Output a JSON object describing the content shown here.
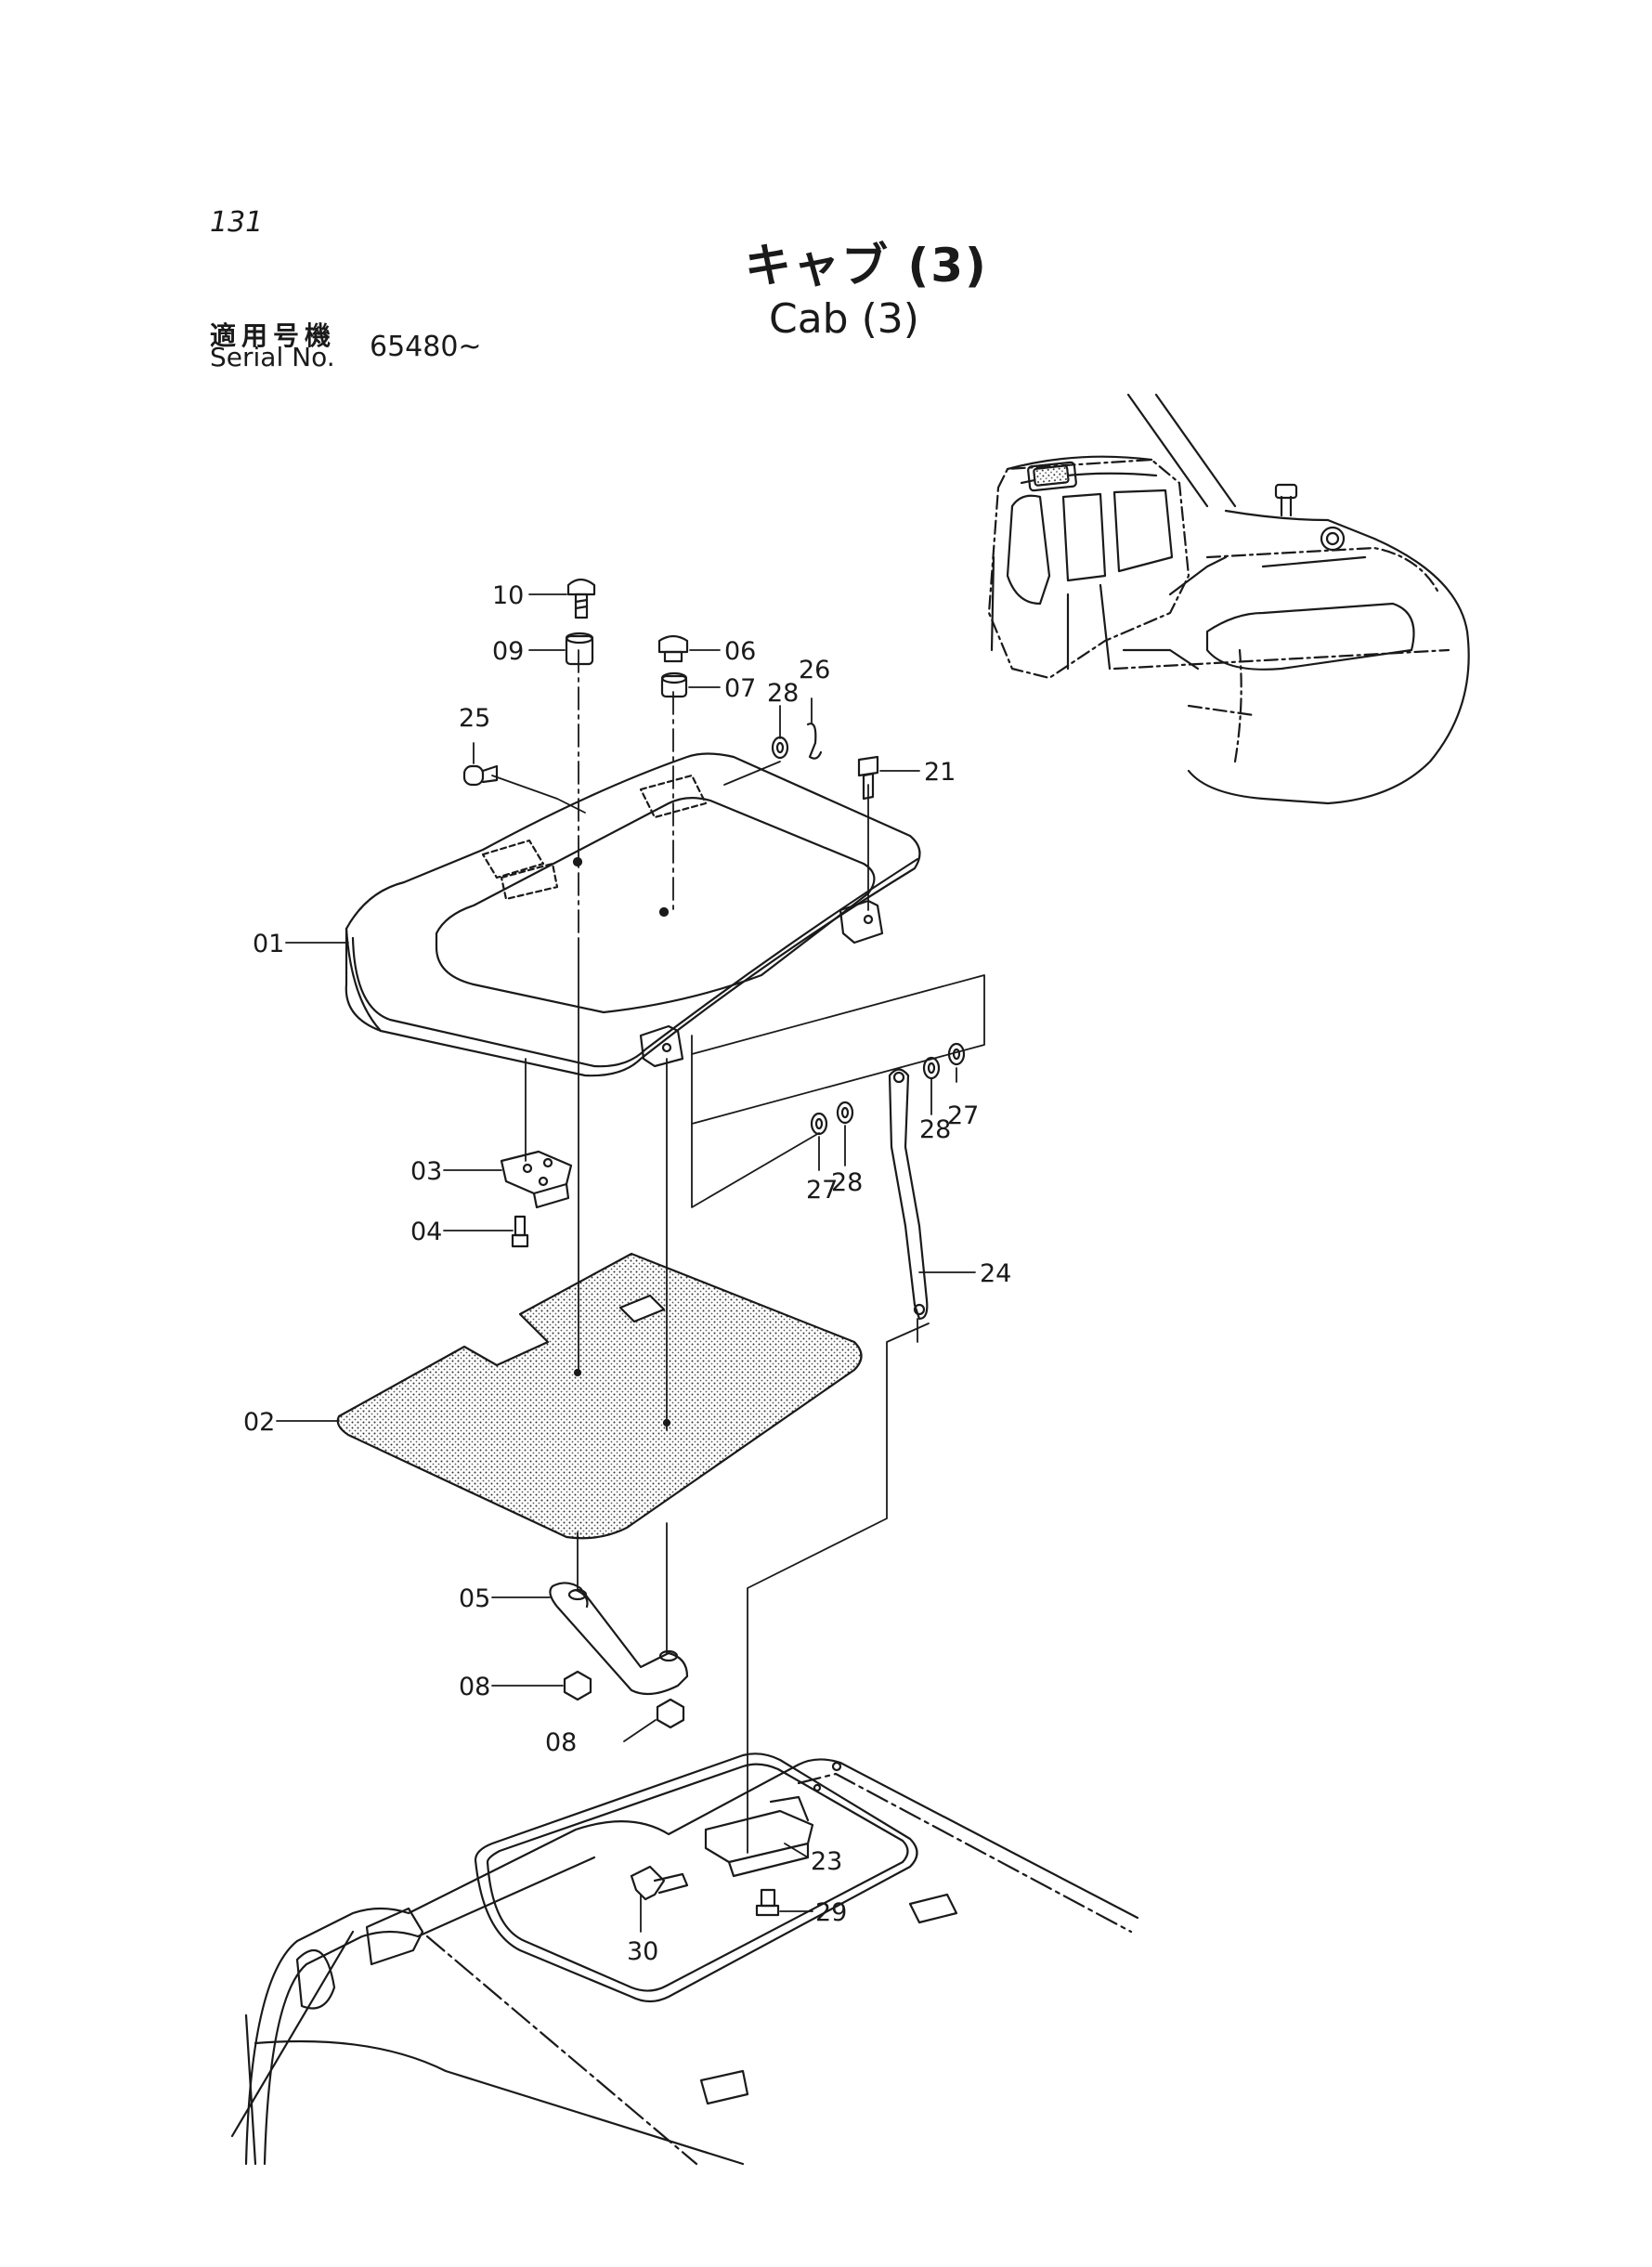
{
  "header": {
    "page_number": "131",
    "title_ja": "キャブ (3)",
    "title_en": "Cab (3)",
    "serial_label_ja": "適用号機",
    "serial_label_en": "Serial No.",
    "serial_value": "65480~"
  },
  "callouts": [
    {
      "id": "c10",
      "label": "10"
    },
    {
      "id": "c09",
      "label": "09"
    },
    {
      "id": "c06",
      "label": "06"
    },
    {
      "id": "c07",
      "label": "07"
    },
    {
      "id": "c28a",
      "label": "28"
    },
    {
      "id": "c26",
      "label": "26"
    },
    {
      "id": "c25",
      "label": "25"
    },
    {
      "id": "c21",
      "label": "21"
    },
    {
      "id": "c01",
      "label": "01"
    },
    {
      "id": "c28b",
      "label": "28"
    },
    {
      "id": "c27a",
      "label": "27"
    },
    {
      "id": "c03",
      "label": "03"
    },
    {
      "id": "c27b",
      "label": "27"
    },
    {
      "id": "c28c",
      "label": "28"
    },
    {
      "id": "c04",
      "label": "04"
    },
    {
      "id": "c24",
      "label": "24"
    },
    {
      "id": "c02",
      "label": "02"
    },
    {
      "id": "c05",
      "label": "05"
    },
    {
      "id": "c08a",
      "label": "08"
    },
    {
      "id": "c08b",
      "label": "08"
    },
    {
      "id": "c23",
      "label": "23"
    },
    {
      "id": "c29",
      "label": "29"
    },
    {
      "id": "c30",
      "label": "30"
    }
  ]
}
